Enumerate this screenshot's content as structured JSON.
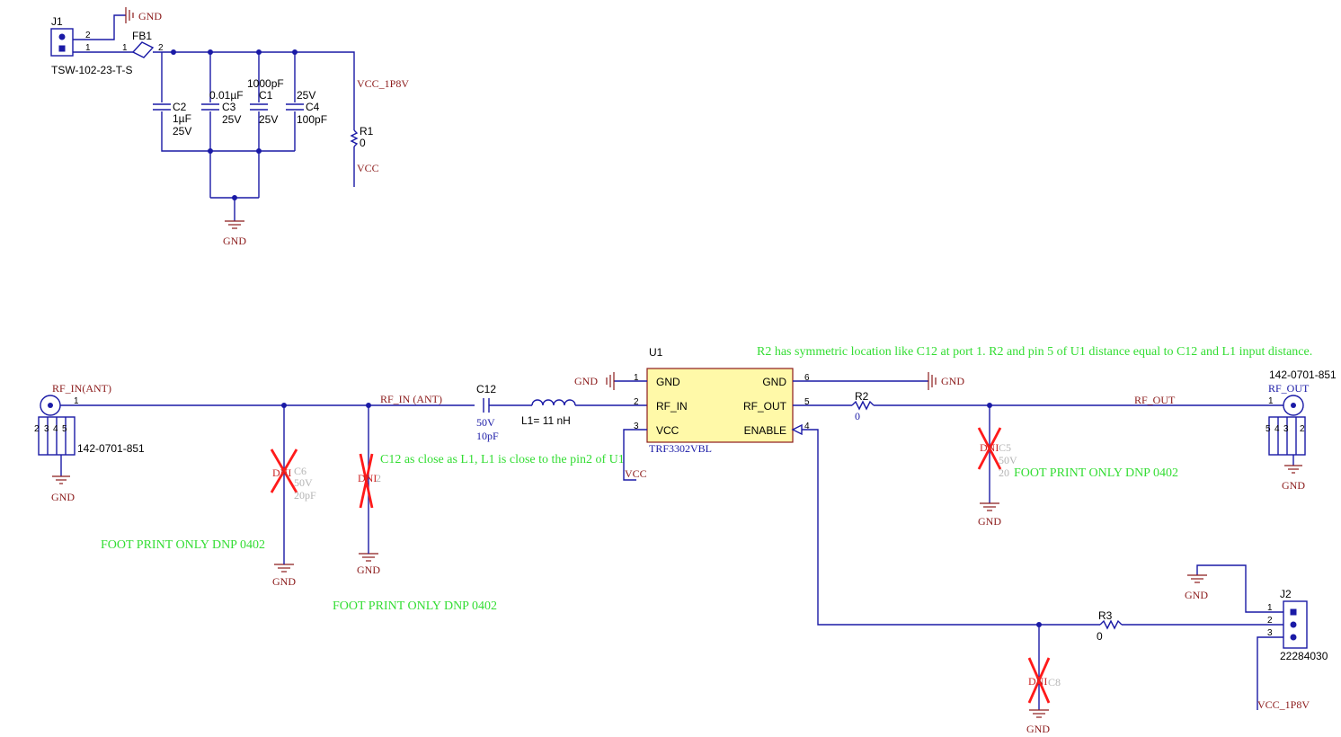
{
  "power": {
    "j1": {
      "ref": "J1",
      "part": "TSW-102-23-T-S",
      "pin1": "1",
      "pin2": "2"
    },
    "fb1": {
      "ref": "FB1",
      "pin1": "1",
      "pin2": "2"
    },
    "c2": {
      "ref": "C2",
      "value": "1µF",
      "voltage": "25V"
    },
    "c3": {
      "ref": "C3",
      "value": "0.01µF",
      "voltage": "25V"
    },
    "c1": {
      "ref": "C1",
      "value": "1000pF",
      "voltage": "25V"
    },
    "c4": {
      "ref": "C4",
      "value": "100pF",
      "voltage": "25V"
    },
    "r1": {
      "ref": "R1",
      "value": "0"
    },
    "net_vcc_1p8v": "VCC_1P8V",
    "net_vcc": "VCC",
    "gnd_top": "GND",
    "gnd_bottom": "GND"
  },
  "rf": {
    "in_conn": {
      "net": "RF_IN(ANT)",
      "part": "142-0701-851",
      "pin1": "1",
      "pins": [
        "2",
        "3",
        "4",
        "5"
      ]
    },
    "out_conn": {
      "net": "RF_OUT",
      "part": "142-0701-851",
      "pin1": "1",
      "pins": [
        "5",
        "4",
        "3",
        "2"
      ]
    },
    "net_rf_in": "RF_IN (ANT)",
    "net_rf_out": "RF_OUT",
    "c12": {
      "ref": "C12",
      "voltage": "50V",
      "value": "10pF"
    },
    "l1": "L1= 11 nH",
    "c6": {
      "ref": "C6",
      "dnp": "DNI",
      "voltage": "50V",
      "value": "20pF"
    },
    "c7": {
      "dnp": "DNI",
      "ref_tail": "2"
    },
    "c5": {
      "ref": "C5",
      "dnp": "DNI",
      "voltage": "50V",
      "value": "20"
    },
    "c8": {
      "ref": "C8",
      "dnp": "DNI"
    },
    "r2": {
      "ref": "R2",
      "value": "0"
    },
    "r3": {
      "ref": "R3",
      "value": "0"
    },
    "gnd_labels": [
      "GND",
      "GND",
      "GND",
      "GND",
      "GND",
      "GND",
      "GND"
    ]
  },
  "u1": {
    "ref": "U1",
    "part": "TRF3302VBL",
    "left_pins": [
      {
        "num": "1",
        "name": "GND"
      },
      {
        "num": "2",
        "name": "RF_IN"
      },
      {
        "num": "3",
        "name": "VCC"
      }
    ],
    "right_pins": [
      {
        "num": "6",
        "name": "GND"
      },
      {
        "num": "5",
        "name": "RF_OUT"
      },
      {
        "num": "4",
        "name": "ENABLE"
      }
    ],
    "gnd_left": "GND",
    "gnd_right": "GND",
    "vcc": "VCC"
  },
  "j2": {
    "ref": "J2",
    "part": "22284030",
    "pins": [
      "1",
      "2",
      "3"
    ],
    "gnd": "GND",
    "vcc": "VCC_1P8V"
  },
  "annotations": {
    "r2_note": "R2 has symmetric location like C12 at port 1. R2 and pin 5 of U1 distance equal to C12 and L1 input distance.",
    "c12_note": "C12 as close as L1, L1 is close to the pin2 of U1",
    "fp1": "FOOT PRINT ONLY DNP 0402",
    "fp2": "FOOT PRINT ONLY DNP 0402",
    "fp3": "FOOT PRINT ONLY DNP 0402"
  },
  "colors": {
    "wire": "#1a1aa6",
    "power": "#8b1a1a",
    "annotation": "#33dd33",
    "dnp": "#ff1a1a",
    "ic_body": "#fff9a8"
  }
}
